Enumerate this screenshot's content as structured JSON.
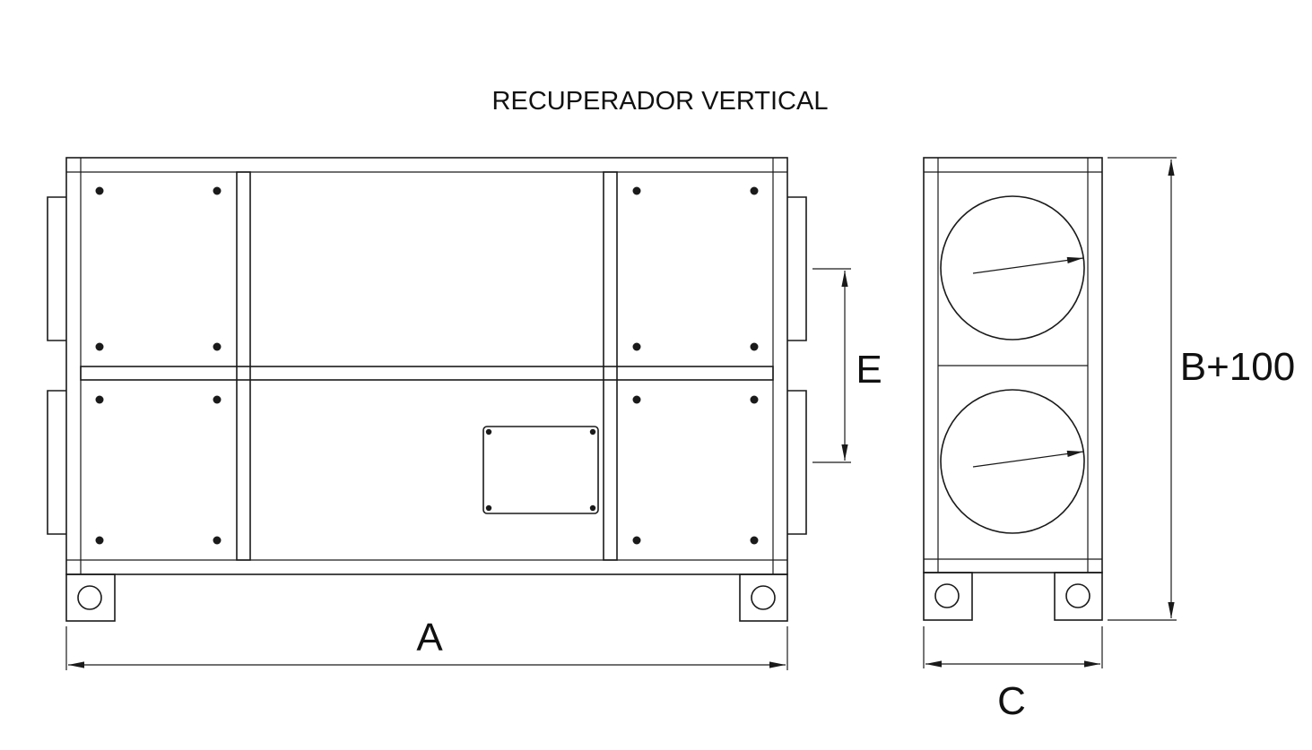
{
  "title": "RECUPERADOR VERTICAL",
  "dimensions": {
    "width_label": "A",
    "height_label": "B+100",
    "depth_label": "C",
    "spigot_spacing_label": "E"
  },
  "colors": {
    "line": "#1a1a1a",
    "background": "#ffffff"
  }
}
